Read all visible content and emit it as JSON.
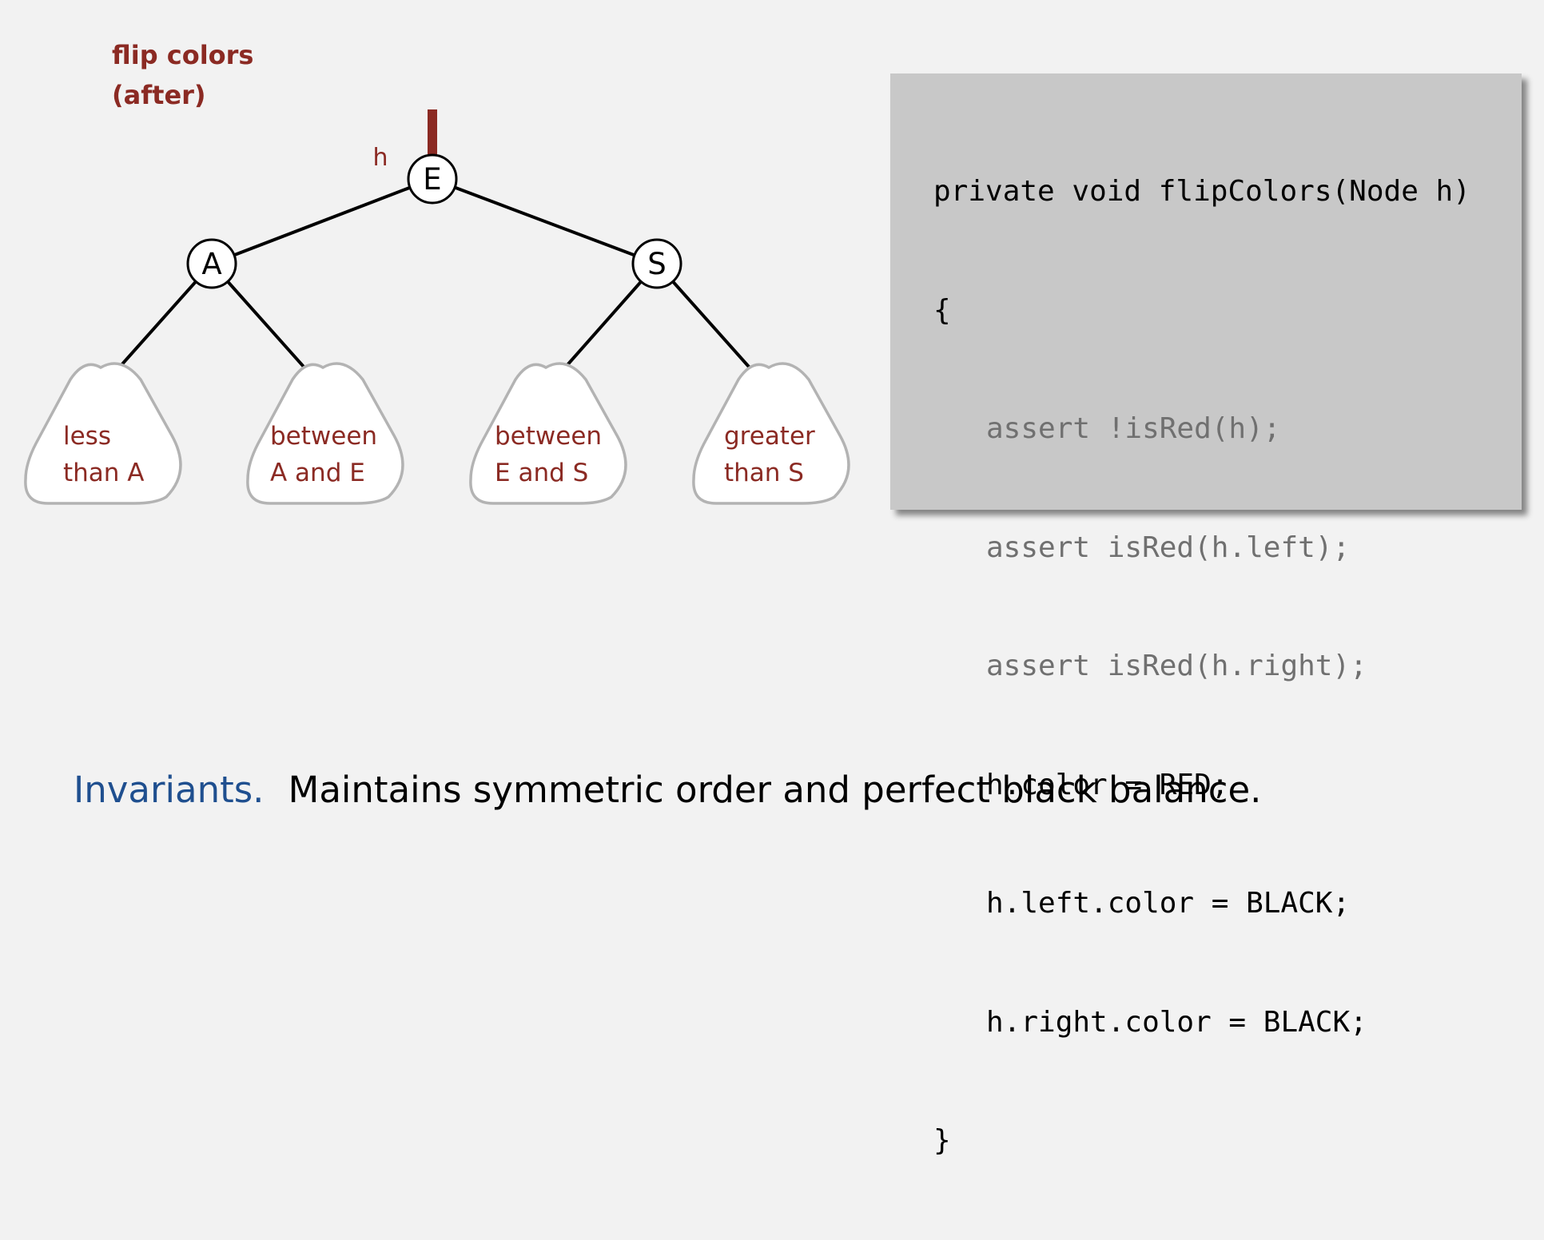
{
  "title": {
    "line1": "flip colors",
    "line2": "(after)"
  },
  "tree": {
    "pointer_label": "h",
    "root": {
      "label": "E"
    },
    "left": {
      "label": "A"
    },
    "right": {
      "label": "S"
    },
    "subtrees": [
      {
        "line1": "less",
        "line2": "than A"
      },
      {
        "line1": "between",
        "line2": "A and E"
      },
      {
        "line1": "between",
        "line2": "E and S"
      },
      {
        "line1": "greater",
        "line2": "than S"
      }
    ]
  },
  "code": {
    "signature": "private void flipColors(Node h)",
    "open_brace": "{",
    "assert1": "assert !isRed(h);",
    "assert2": "assert isRed(h.left);",
    "assert3": "assert isRed(h.right);",
    "stmt1": "h.color = RED;",
    "stmt2": "h.left.color = BLACK;",
    "stmt3": "h.right.color = BLACK;",
    "close_brace": "}"
  },
  "footer": {
    "keyword": "Invariants.",
    "text": "Maintains symmetric order and perfect black balance."
  },
  "colors": {
    "title": "#8b2a23",
    "red_link": "#8b2a23",
    "subtree_label": "#8b2a23",
    "keyword": "#1f4f8f",
    "code_panel": "#c8c8c8",
    "code_dim": "#707070"
  }
}
